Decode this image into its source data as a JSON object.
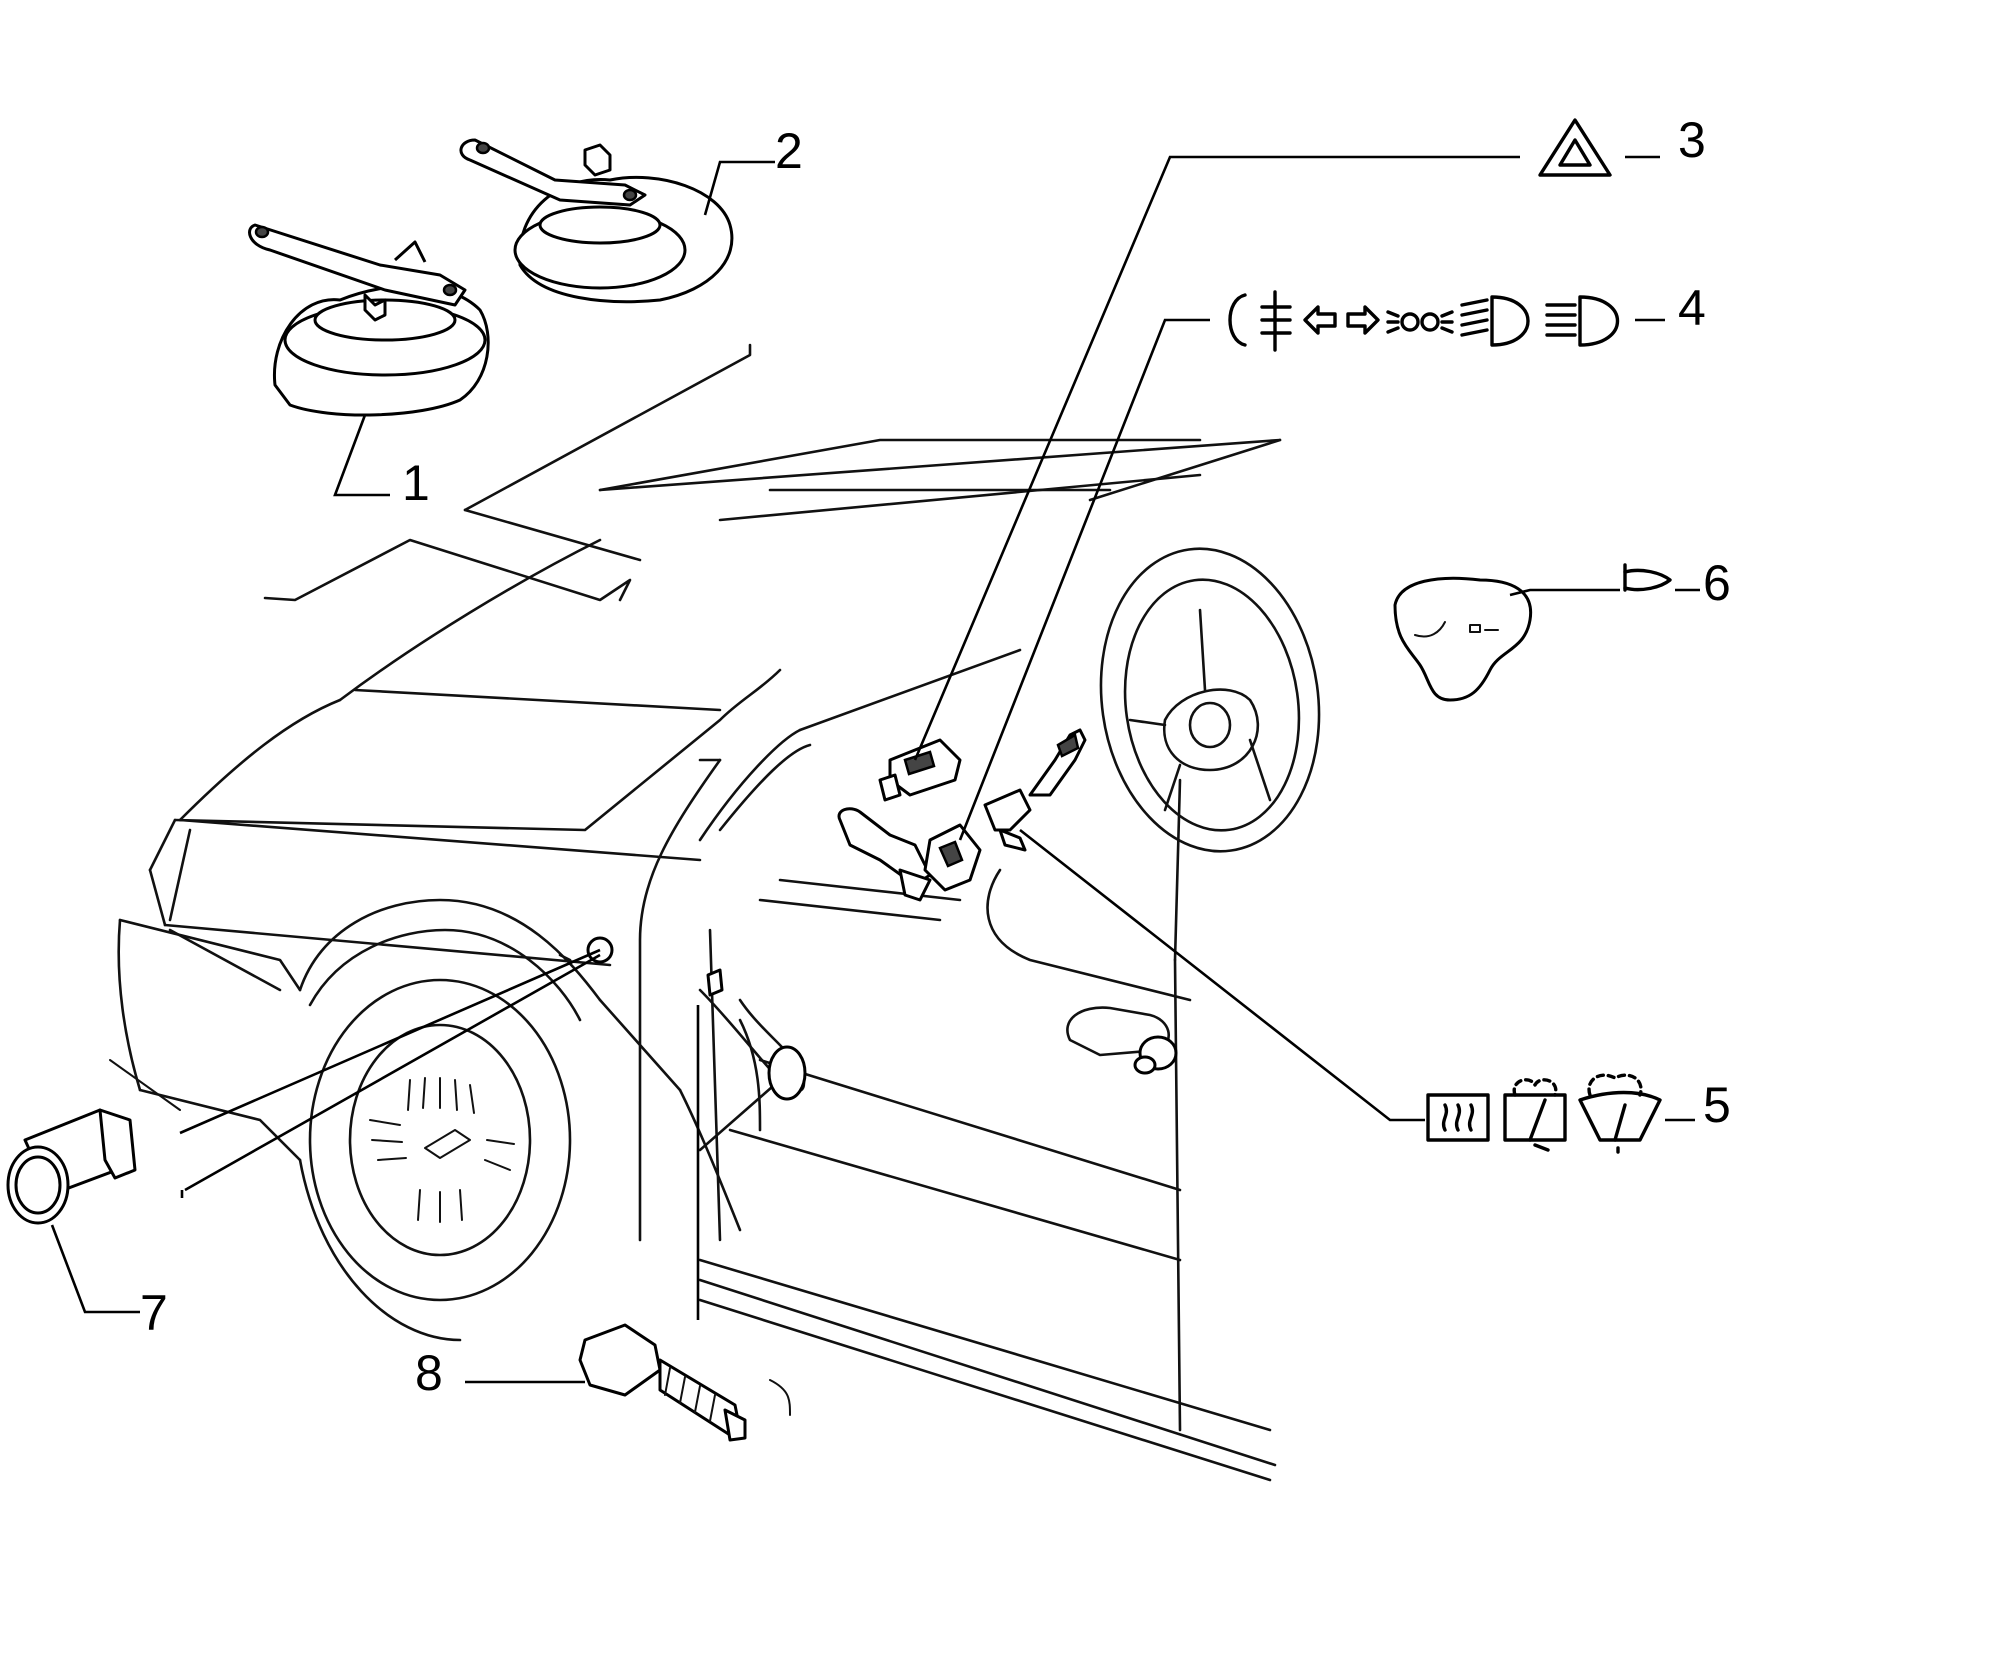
{
  "callouts": [
    {
      "id": "1",
      "label": "1",
      "part": "horn-low-tone"
    },
    {
      "id": "2",
      "label": "2",
      "part": "horn-high-tone"
    },
    {
      "id": "3",
      "label": "3",
      "part": "hazard-warning-switch",
      "symbol": "hazard-triangle-icon"
    },
    {
      "id": "4",
      "label": "4",
      "part": "light-indicator-stalk-switch",
      "symbol": "lights-icons"
    },
    {
      "id": "5",
      "label": "5",
      "part": "wiper-washer-stalk-switch",
      "symbol": "wiper-icons"
    },
    {
      "id": "6",
      "label": "6",
      "part": "horn-pad",
      "symbol": "horn-icon"
    },
    {
      "id": "7",
      "label": "7",
      "part": "headlamp-adjust-switch"
    },
    {
      "id": "8",
      "label": "8",
      "part": "door-contact-switch"
    }
  ],
  "colors": {
    "ink": "#000000",
    "paper": "#ffffff"
  }
}
